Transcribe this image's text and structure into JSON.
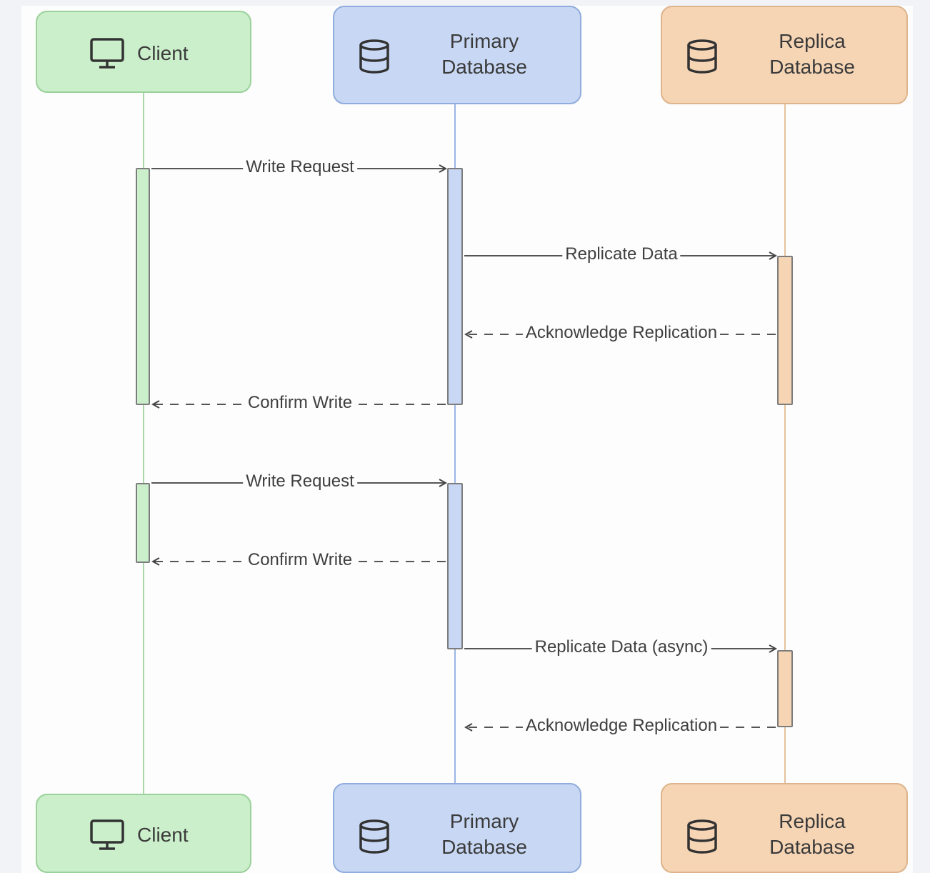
{
  "participants": {
    "client": {
      "label": "Client",
      "icon": "monitor-icon",
      "color": "#cbeecb"
    },
    "primary": {
      "label": "Primary Database",
      "line1": "Primary",
      "line2": "Database",
      "icon": "database-icon",
      "color": "#c8d8f4"
    },
    "replica": {
      "label": "Replica Database",
      "line1": "Replica",
      "line2": "Database",
      "icon": "database-icon",
      "color": "#f6d5b5"
    }
  },
  "messages": [
    {
      "label": "Write Request",
      "from": "client",
      "to": "primary",
      "style": "solid"
    },
    {
      "label": "Replicate Data",
      "from": "primary",
      "to": "replica",
      "style": "solid"
    },
    {
      "label": "Acknowledge Replication",
      "from": "replica",
      "to": "primary",
      "style": "dashed"
    },
    {
      "label": "Confirm Write",
      "from": "primary",
      "to": "client",
      "style": "dashed"
    },
    {
      "label": "Write Request",
      "from": "client",
      "to": "primary",
      "style": "solid"
    },
    {
      "label": "Confirm Write",
      "from": "primary",
      "to": "client",
      "style": "dashed"
    },
    {
      "label": "Replicate Data (async)",
      "from": "primary",
      "to": "replica",
      "style": "solid"
    },
    {
      "label": "Acknowledge Replication",
      "from": "replica",
      "to": "primary",
      "style": "dashed"
    }
  ]
}
